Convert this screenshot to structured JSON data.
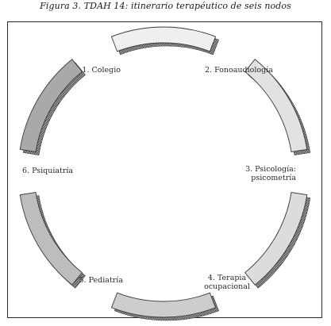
{
  "caption": "Figura 3. TDAH 14: itinerario terapéutico de seis nodos",
  "nodes": [
    {
      "label_lines": [
        "1. Colegio"
      ],
      "fill": "#efefef"
    },
    {
      "label_lines": [
        "2. Fonoaudiología"
      ],
      "fill": "#e2e2e2"
    },
    {
      "label_lines": [
        "3. Psicología:",
        "psicometría"
      ],
      "fill": "#dcdcdc"
    },
    {
      "label_lines": [
        "4. Terapia",
        "ocupacional"
      ],
      "fill": "#cdcdcd"
    },
    {
      "label_lines": [
        "5. Pediatría"
      ],
      "fill": "#bdbdbd"
    },
    {
      "label_lines": [
        "6. Psiquiatría"
      ],
      "fill": "#a9a9a9"
    }
  ],
  "colors": {
    "stroke": "#3a3a3a",
    "shadow": "#8a8a8a",
    "text": "#2a2a2a"
  }
}
